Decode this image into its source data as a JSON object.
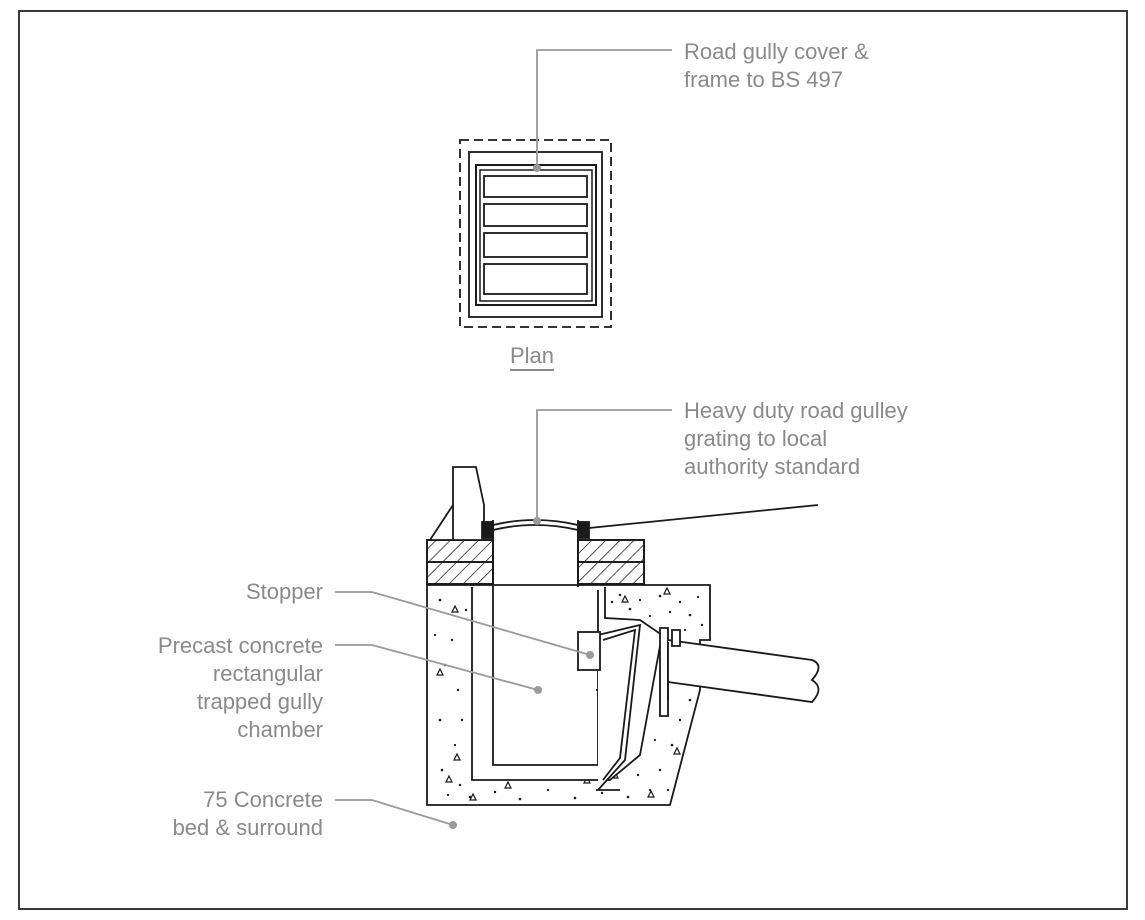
{
  "annotations": {
    "cover_frame": "Road gully cover &\nframe to BS 497",
    "plan_title": "Plan",
    "grating": "Heavy duty road gulley\ngrating to local\nauthority standard",
    "stopper": "Stopper",
    "chamber": "Precast concrete\nrectangular\ntrapped gully\nchamber",
    "bed": "75 Concrete\nbed & surround"
  },
  "colors": {
    "line": "#1a1a1a",
    "leader": "#9a9a9a",
    "text": "#8a8a8a"
  }
}
